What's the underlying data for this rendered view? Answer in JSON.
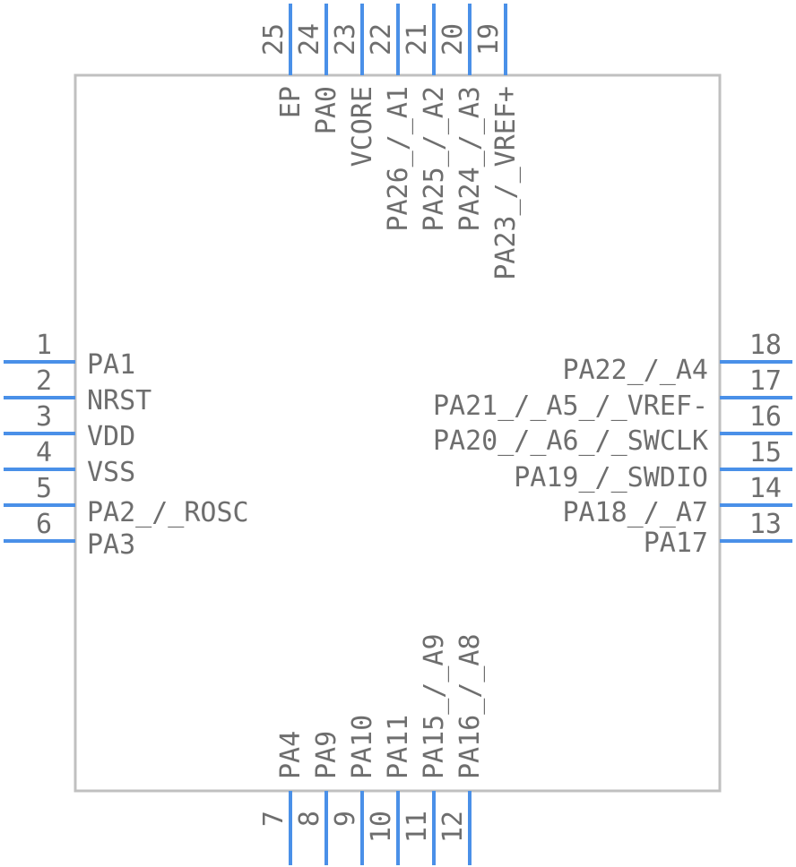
{
  "component": {
    "left_pins": [
      {
        "number": "1",
        "name": "PA1"
      },
      {
        "number": "2",
        "name": "NRST"
      },
      {
        "number": "3",
        "name": "VDD"
      },
      {
        "number": "4",
        "name": "VSS"
      },
      {
        "number": "5",
        "name": "PA2_/_ROSC"
      },
      {
        "number": "6",
        "name": "PA3"
      }
    ],
    "bottom_pins": [
      {
        "number": "7",
        "name": "PA4"
      },
      {
        "number": "8",
        "name": "PA9"
      },
      {
        "number": "9",
        "name": "PA10"
      },
      {
        "number": "10",
        "name": "PA11"
      },
      {
        "number": "11",
        "name": "PA15_/_A9"
      },
      {
        "number": "12",
        "name": "PA16_/_A8"
      }
    ],
    "right_pins": [
      {
        "number": "13",
        "name": "PA17"
      },
      {
        "number": "14",
        "name": "PA18_/_A7"
      },
      {
        "number": "15",
        "name": "PA19_/_SWDIO"
      },
      {
        "number": "16",
        "name": "PA20_/_A6_/_SWCLK"
      },
      {
        "number": "17",
        "name": "PA21_/_A5_/_VREF-"
      },
      {
        "number": "18",
        "name": "PA22_/_A4"
      }
    ],
    "top_pins": [
      {
        "number": "19",
        "name": "PA23_/_VREF+"
      },
      {
        "number": "20",
        "name": "PA24_/_A3"
      },
      {
        "number": "21",
        "name": "PA25_/_A2"
      },
      {
        "number": "22",
        "name": "PA26_/_A1"
      },
      {
        "number": "23",
        "name": "VCORE"
      },
      {
        "number": "24",
        "name": "PA0"
      },
      {
        "number": "25",
        "name": "EP"
      }
    ]
  },
  "colors": {
    "pin": "#4a90e8",
    "outline": "#c0c0c0",
    "text": "#6e6e6e"
  }
}
